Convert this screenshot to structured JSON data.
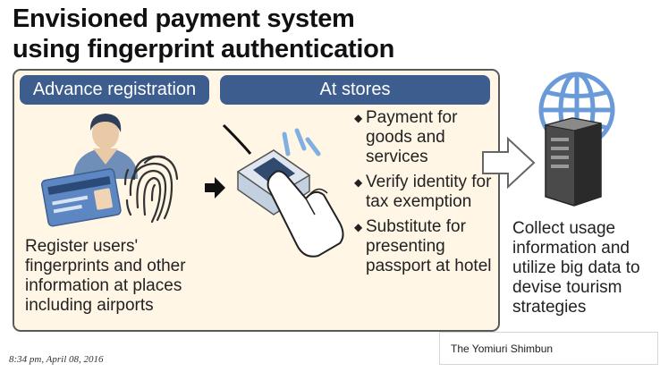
{
  "title": {
    "line1": "Envisioned payment system",
    "line2": "using fingerprint authentication"
  },
  "sections": {
    "advance": {
      "label": "Advance registration",
      "text": "Register users' fingerprints and other information at places including airports"
    },
    "stores": {
      "label": "At stores",
      "bullets": [
        "Payment for goods and services",
        "Verify identity for tax exemption",
        "Substitute for presenting passport at hotel"
      ]
    }
  },
  "outcome": {
    "text": "Collect usage information and utilize big data to devise tourism strategies"
  },
  "timestamp": "8:34 pm, April 08, 2016",
  "credit": "The Yomiuri Shimbun",
  "colors": {
    "pill": "#3c5d8e",
    "panel": "#fff6e6",
    "globe": "#6a9ad8",
    "card": "#5c87c2"
  },
  "icons": [
    "person-icon",
    "id-card-icon",
    "fingerprint-icon",
    "arrow-right-icon",
    "fingerprint-scanner-icon",
    "hand-icon",
    "globe-icon",
    "server-icon",
    "hollow-arrow-icon"
  ]
}
